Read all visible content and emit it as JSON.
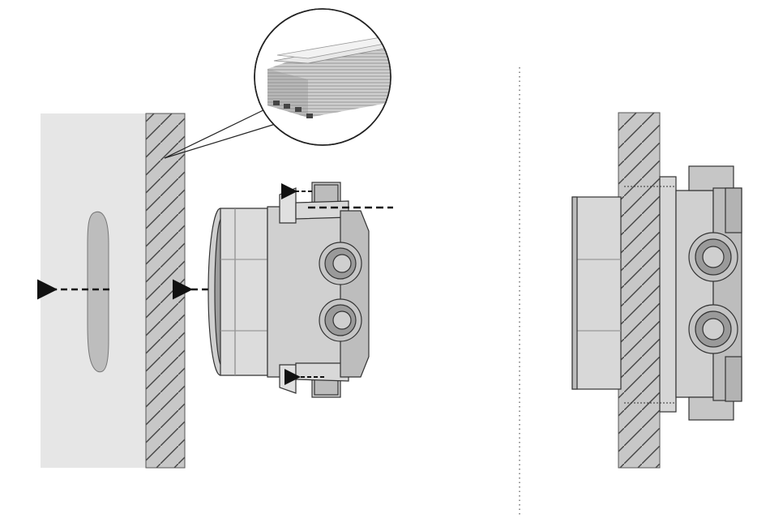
{
  "figure": {
    "left_panel": {
      "steps": [
        "wall-with-cutout",
        "drywall-detail",
        "valve-body-insertion"
      ],
      "arrows": [
        "push-left",
        "push-left",
        "fasten-top",
        "fasten-bottom"
      ]
    },
    "right_panel": {
      "state": "installed-valve-body"
    },
    "colors": {
      "wall": "#e6e6e6",
      "hatch_band": "#c4c4c4",
      "hatch_line": "#444444",
      "cutout": "#bdbdbd",
      "body_fill": "#d5d5d5",
      "outline": "#333333",
      "arrow": "#111111",
      "divider": "#777777"
    }
  }
}
